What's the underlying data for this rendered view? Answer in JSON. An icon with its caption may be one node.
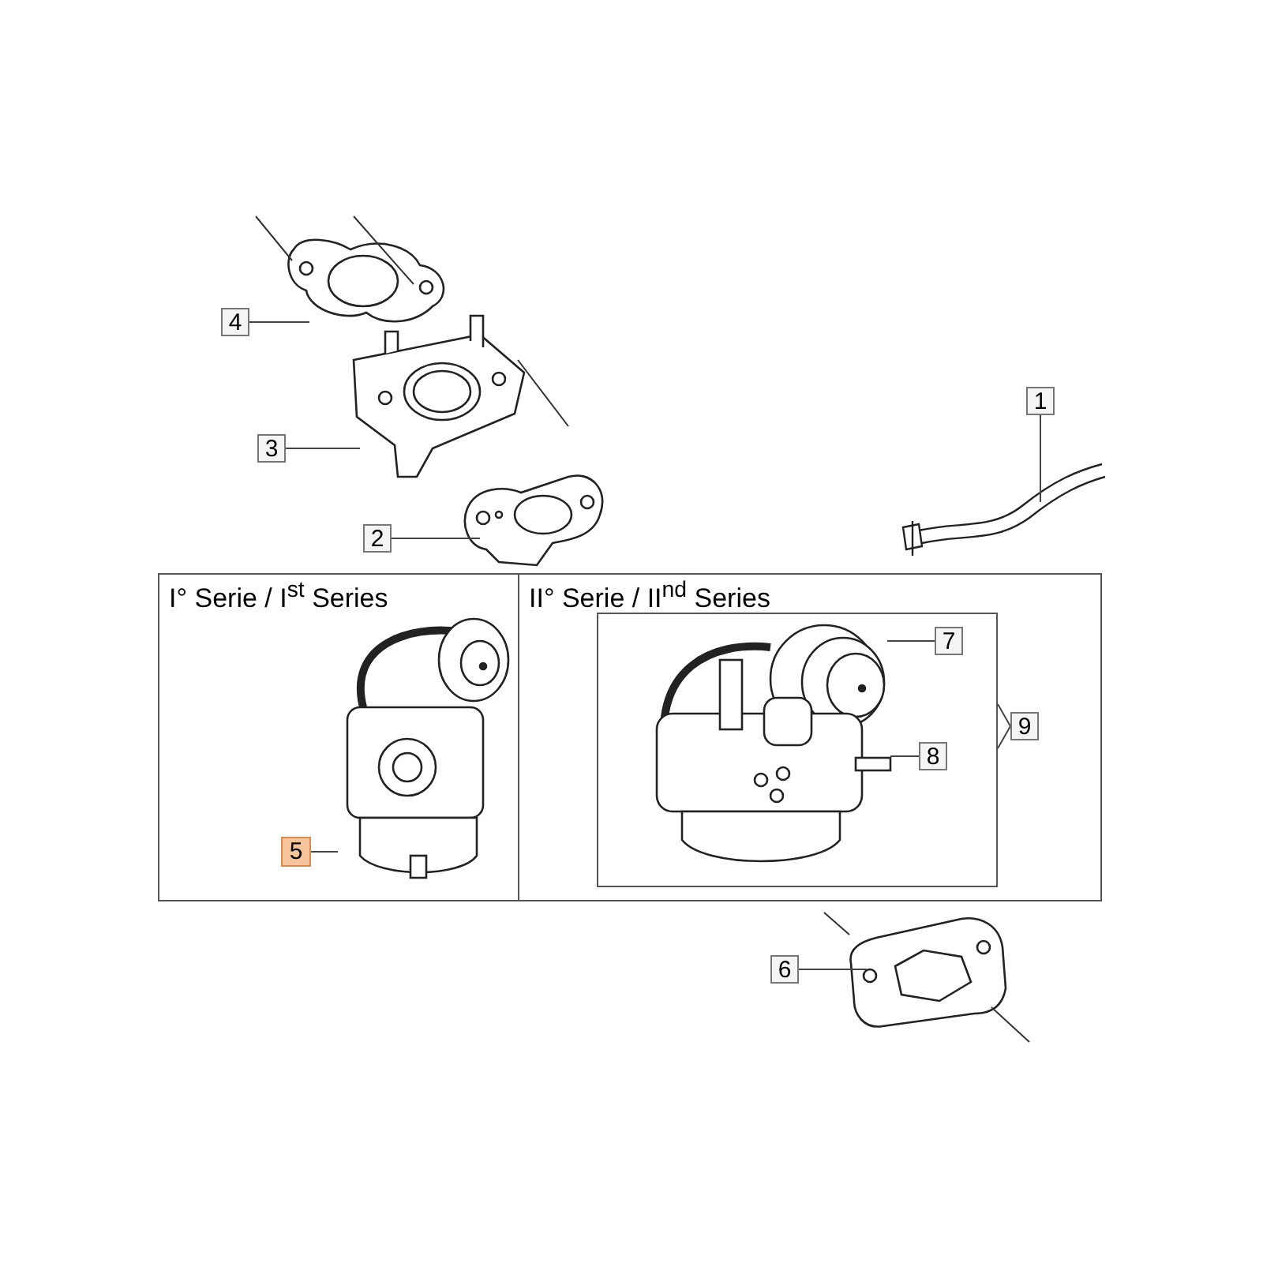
{
  "diagram": {
    "nodes": [
      {
        "text": [
          "4"
        ]
      },
      {
        "text": [],
        "shape": "picture"
      },
      {
        "text": [
          "1"
        ]
      },
      {
        "text": [],
        "shape": "picture"
      },
      {
        "text": [
          "3"
        ]
      },
      {
        "text": [],
        "shape": "picture"
      },
      {
        "text": [
          "2"
        ]
      },
      {
        "text": [],
        "shape": "picture"
      },
      {
        "text": [
          "I° Serie / I$^{st}$ Series"
        ]
      },
      {
        "text": [
          "5"
        ],
        "in": 8
      },
      {
        "text": [],
        "shape": "picture",
        "in": 8
      },
      {
        "text": [
          "II° Serie / II$^{nd}$ Series"
        ]
      },
      {
        "text": [],
        "shape": "box",
        "in": 11
      },
      {
        "text": [
          "7"
        ],
        "in": 12
      },
      {
        "text": [],
        "shape": "picture",
        "in": 12
      },
      {
        "text": [
          "8"
        ],
        "in": 12
      },
      {
        "text": [],
        "shape": "picture",
        "in": 12
      },
      {
        "text": [
          "9"
        ],
        "in": 11
      },
      {
        "text": [
          "6"
        ]
      },
      {
        "text": [],
        "shape": "picture"
      }
    ],
    "edges": [
      {
        "from": 0,
        "to": 1,
        "arrow": "none"
      },
      {
        "from": 2,
        "to": 3,
        "arrow": "none"
      },
      {
        "from": 4,
        "to": 5,
        "arrow": "none"
      },
      {
        "from": 6,
        "to": 7,
        "arrow": "none"
      },
      {
        "from": 9,
        "to": 10,
        "arrow": "none"
      },
      {
        "from": 13,
        "to": 14,
        "arrow": "none"
      },
      {
        "from": 15,
        "to": 16,
        "arrow": "none"
      },
      {
        "from": 17,
        "to": 12,
        "arrow": "none"
      },
      {
        "from": 18,
        "to": 19,
        "arrow": "none"
      }
    ]
  }
}
